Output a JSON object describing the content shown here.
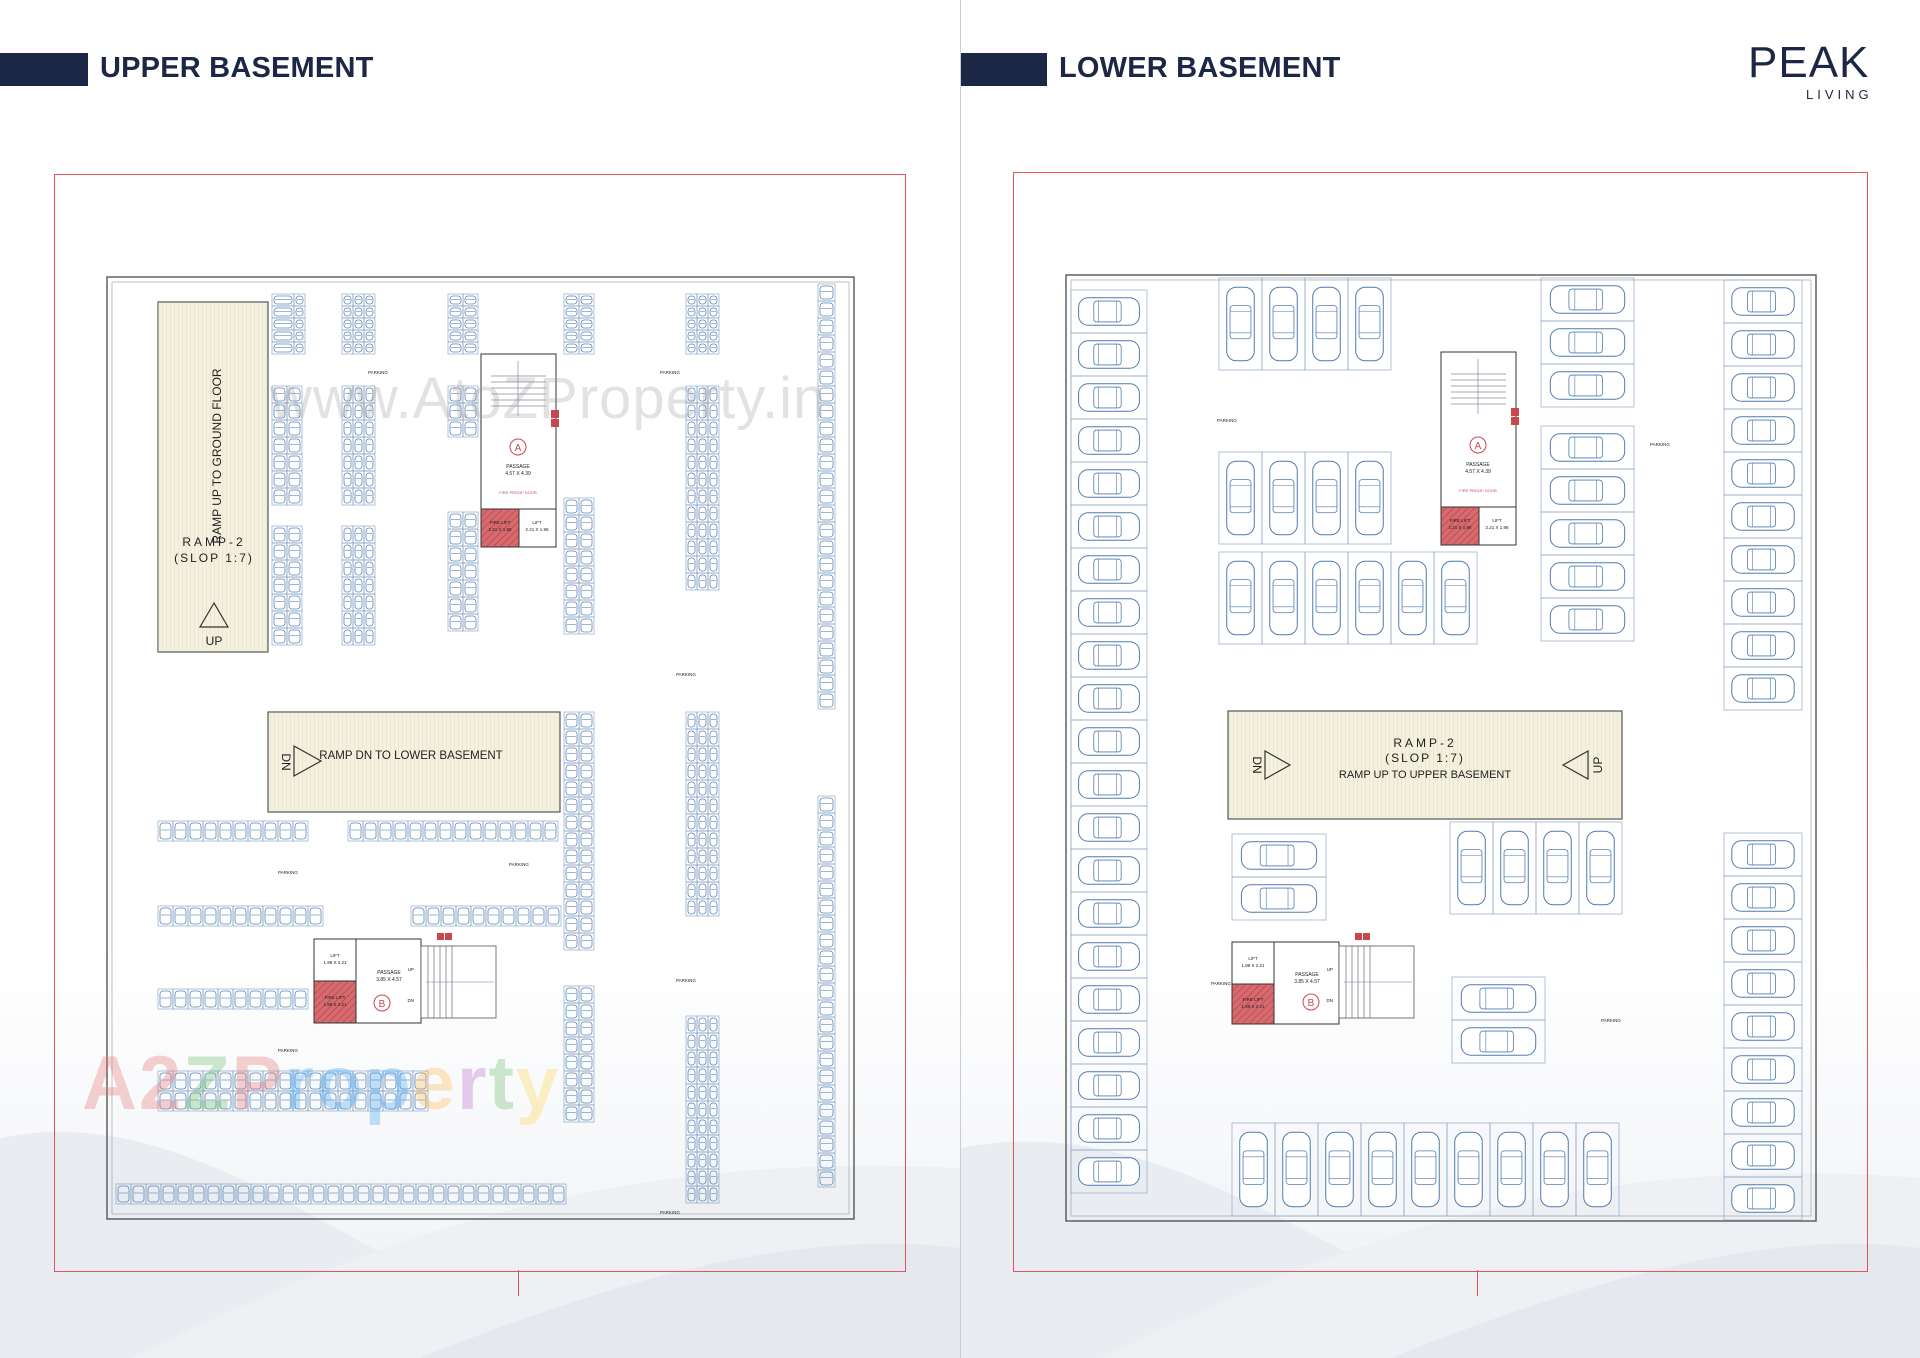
{
  "left_page": {
    "title": "UPPER BASEMENT",
    "labels": {
      "ramp_up_ground": "RAMP UP TO GROUND FLOOR",
      "ramp2_line1": "RAMP-2",
      "ramp2_line2": "(SLOP 1:7)",
      "ramp_up": "UP",
      "ramp_dn_lower": "RAMP DN TO LOWER BASEMENT",
      "ramp_dn": "DN",
      "parking": "PARKING",
      "core_a": "A",
      "core_b": "B",
      "passage_a": "PASSAGE",
      "passage_a_dim": "4.57 X 4.39",
      "fire_door": "FIRE PROOF DOOR",
      "fire_lift_a": "FIRE LIFT",
      "fire_lift_a_dim": "2.21 X 1.98",
      "lift_a": "LIFT",
      "lift_a_dim": "2.21 X 1.98",
      "lift_b": "LIFT",
      "lift_b_dim": "1.98 X 2.21",
      "fire_lift_b": "FIRE LIFT",
      "fire_lift_b_dim": "1.98 X 2.21",
      "passage_b": "PASSAGE",
      "passage_b_dim": "3.85 X 4.57",
      "up": "UP",
      "dn": "DN"
    },
    "watermark_url": "www.AtoZProperty.in",
    "watermark_brand": [
      "A",
      "2",
      "Z",
      "P",
      "r",
      "o",
      "p",
      "e",
      "r",
      "t",
      "y"
    ]
  },
  "right_page": {
    "title": "LOWER BASEMENT",
    "logo_word": "PEAK",
    "logo_sub": "LIVING",
    "labels": {
      "ramp2_line1": "RAMP-2",
      "ramp2_line2": "(SLOP 1:7)",
      "ramp_up_upper": "RAMP UP TO UPPER BASEMENT",
      "ramp_dn": "DN",
      "ramp_up": "UP",
      "parking": "PARKING",
      "core_a": "A",
      "core_b": "B",
      "passage_a": "PASSAGE",
      "passage_a_dim": "4.57 X 4.39",
      "fire_door": "FIRE PROOF DOOR",
      "fire_lift_a": "FIRE LIFT",
      "fire_lift_a_dim": "2.21 X 1.98",
      "lift_a": "LIFT",
      "lift_a_dim": "2.21 X 1.98",
      "lift_b": "LIFT",
      "lift_b_dim": "1.98 X 2.21",
      "fire_lift_b": "FIRE LIFT",
      "fire_lift_b_dim": "1.98 X 2.21",
      "passage_b": "PASSAGE",
      "passage_b_dim": "3.85 X 4.57",
      "up": "UP",
      "dn": "DN"
    }
  },
  "colors": {
    "navy": "#1b2744",
    "frame_red": "#e2555c",
    "car_blue": "#5b86b6",
    "ramp_fill": "#f4f1df",
    "fire_lift": "#c9474f"
  }
}
